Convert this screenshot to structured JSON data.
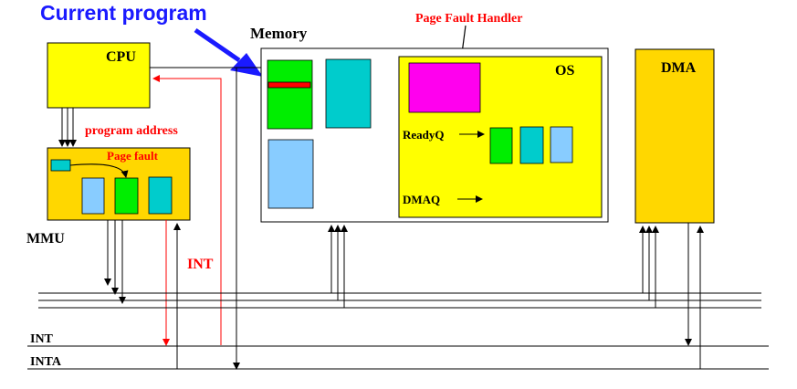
{
  "labels": {
    "current_program": "Current program",
    "memory": "Memory",
    "page_fault_handler": "Page Fault Handler",
    "cpu": "CPU",
    "os": "OS",
    "dma": "DMA",
    "program_address": "program address",
    "page_fault": "Page fault",
    "readyq": "ReadyQ",
    "dmaq": "DMAQ",
    "mmu": "MMU",
    "int_red": "INT",
    "int_bus": "INT",
    "inta_bus": "INTA"
  },
  "colors": {
    "cpu": "#ffff00",
    "mmu": "#ffd700",
    "dma": "#ffd700",
    "os": "#ffff00",
    "green": "#00ee00",
    "cyan": "#00cccc",
    "lightblue": "#88ccff",
    "magenta": "#ff00ee",
    "red": "#ff0000",
    "blue": "#0000ff"
  }
}
